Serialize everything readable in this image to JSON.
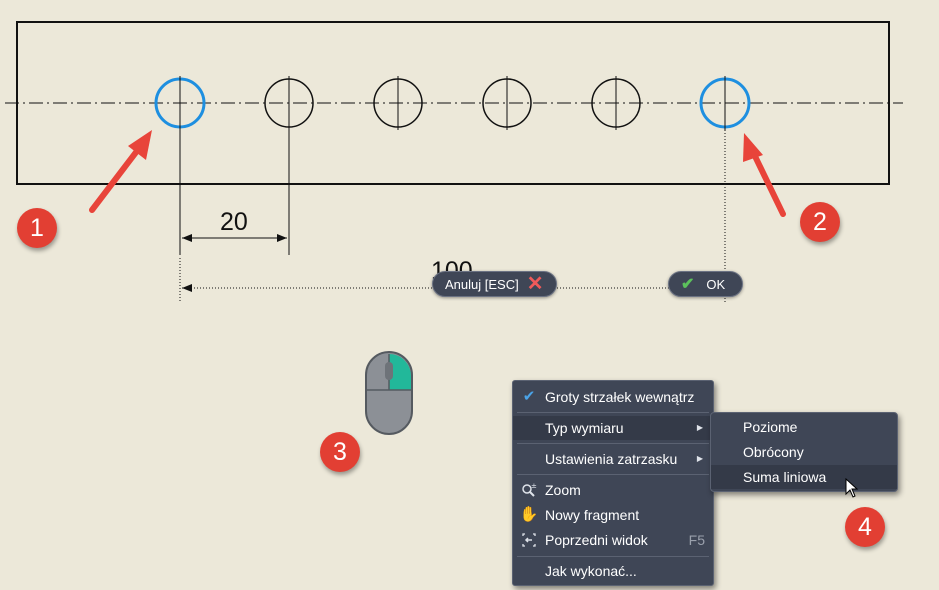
{
  "drawing": {
    "dimension_small": "20",
    "dimension_large": "100"
  },
  "buttons": {
    "cancel_label": "Anuluj [ESC]",
    "ok_label": "OK"
  },
  "callouts": [
    "1",
    "2",
    "3",
    "4"
  ],
  "context_menu": {
    "items": [
      {
        "label": "Groty strzałek wewnątrz",
        "icon": "checkmark-icon",
        "checked": true
      },
      {
        "label": "Typ wymiaru",
        "submenu": true,
        "highlighted": true
      },
      {
        "label": "Ustawienia zatrzasku",
        "submenu": true
      },
      {
        "label": "Zoom",
        "icon": "zoom-icon"
      },
      {
        "label": "Nowy fragment",
        "icon": "pan-hand-icon"
      },
      {
        "label": "Poprzedni widok",
        "icon": "previous-view-icon",
        "shortcut": "F5"
      },
      {
        "label": "Jak wykonać..."
      }
    ]
  },
  "submenu": {
    "items": [
      {
        "label": "Poziome"
      },
      {
        "label": "Obrócony"
      },
      {
        "label": "Suma liniowa",
        "highlighted": true
      }
    ]
  },
  "colors": {
    "background": "#ece8d9",
    "selected_circle": "#1e8fe0",
    "callout": "#e23f33",
    "menu_bg": "#3f4656",
    "menu_highlight": "#343a48",
    "mouse_button": "#22b89a"
  }
}
